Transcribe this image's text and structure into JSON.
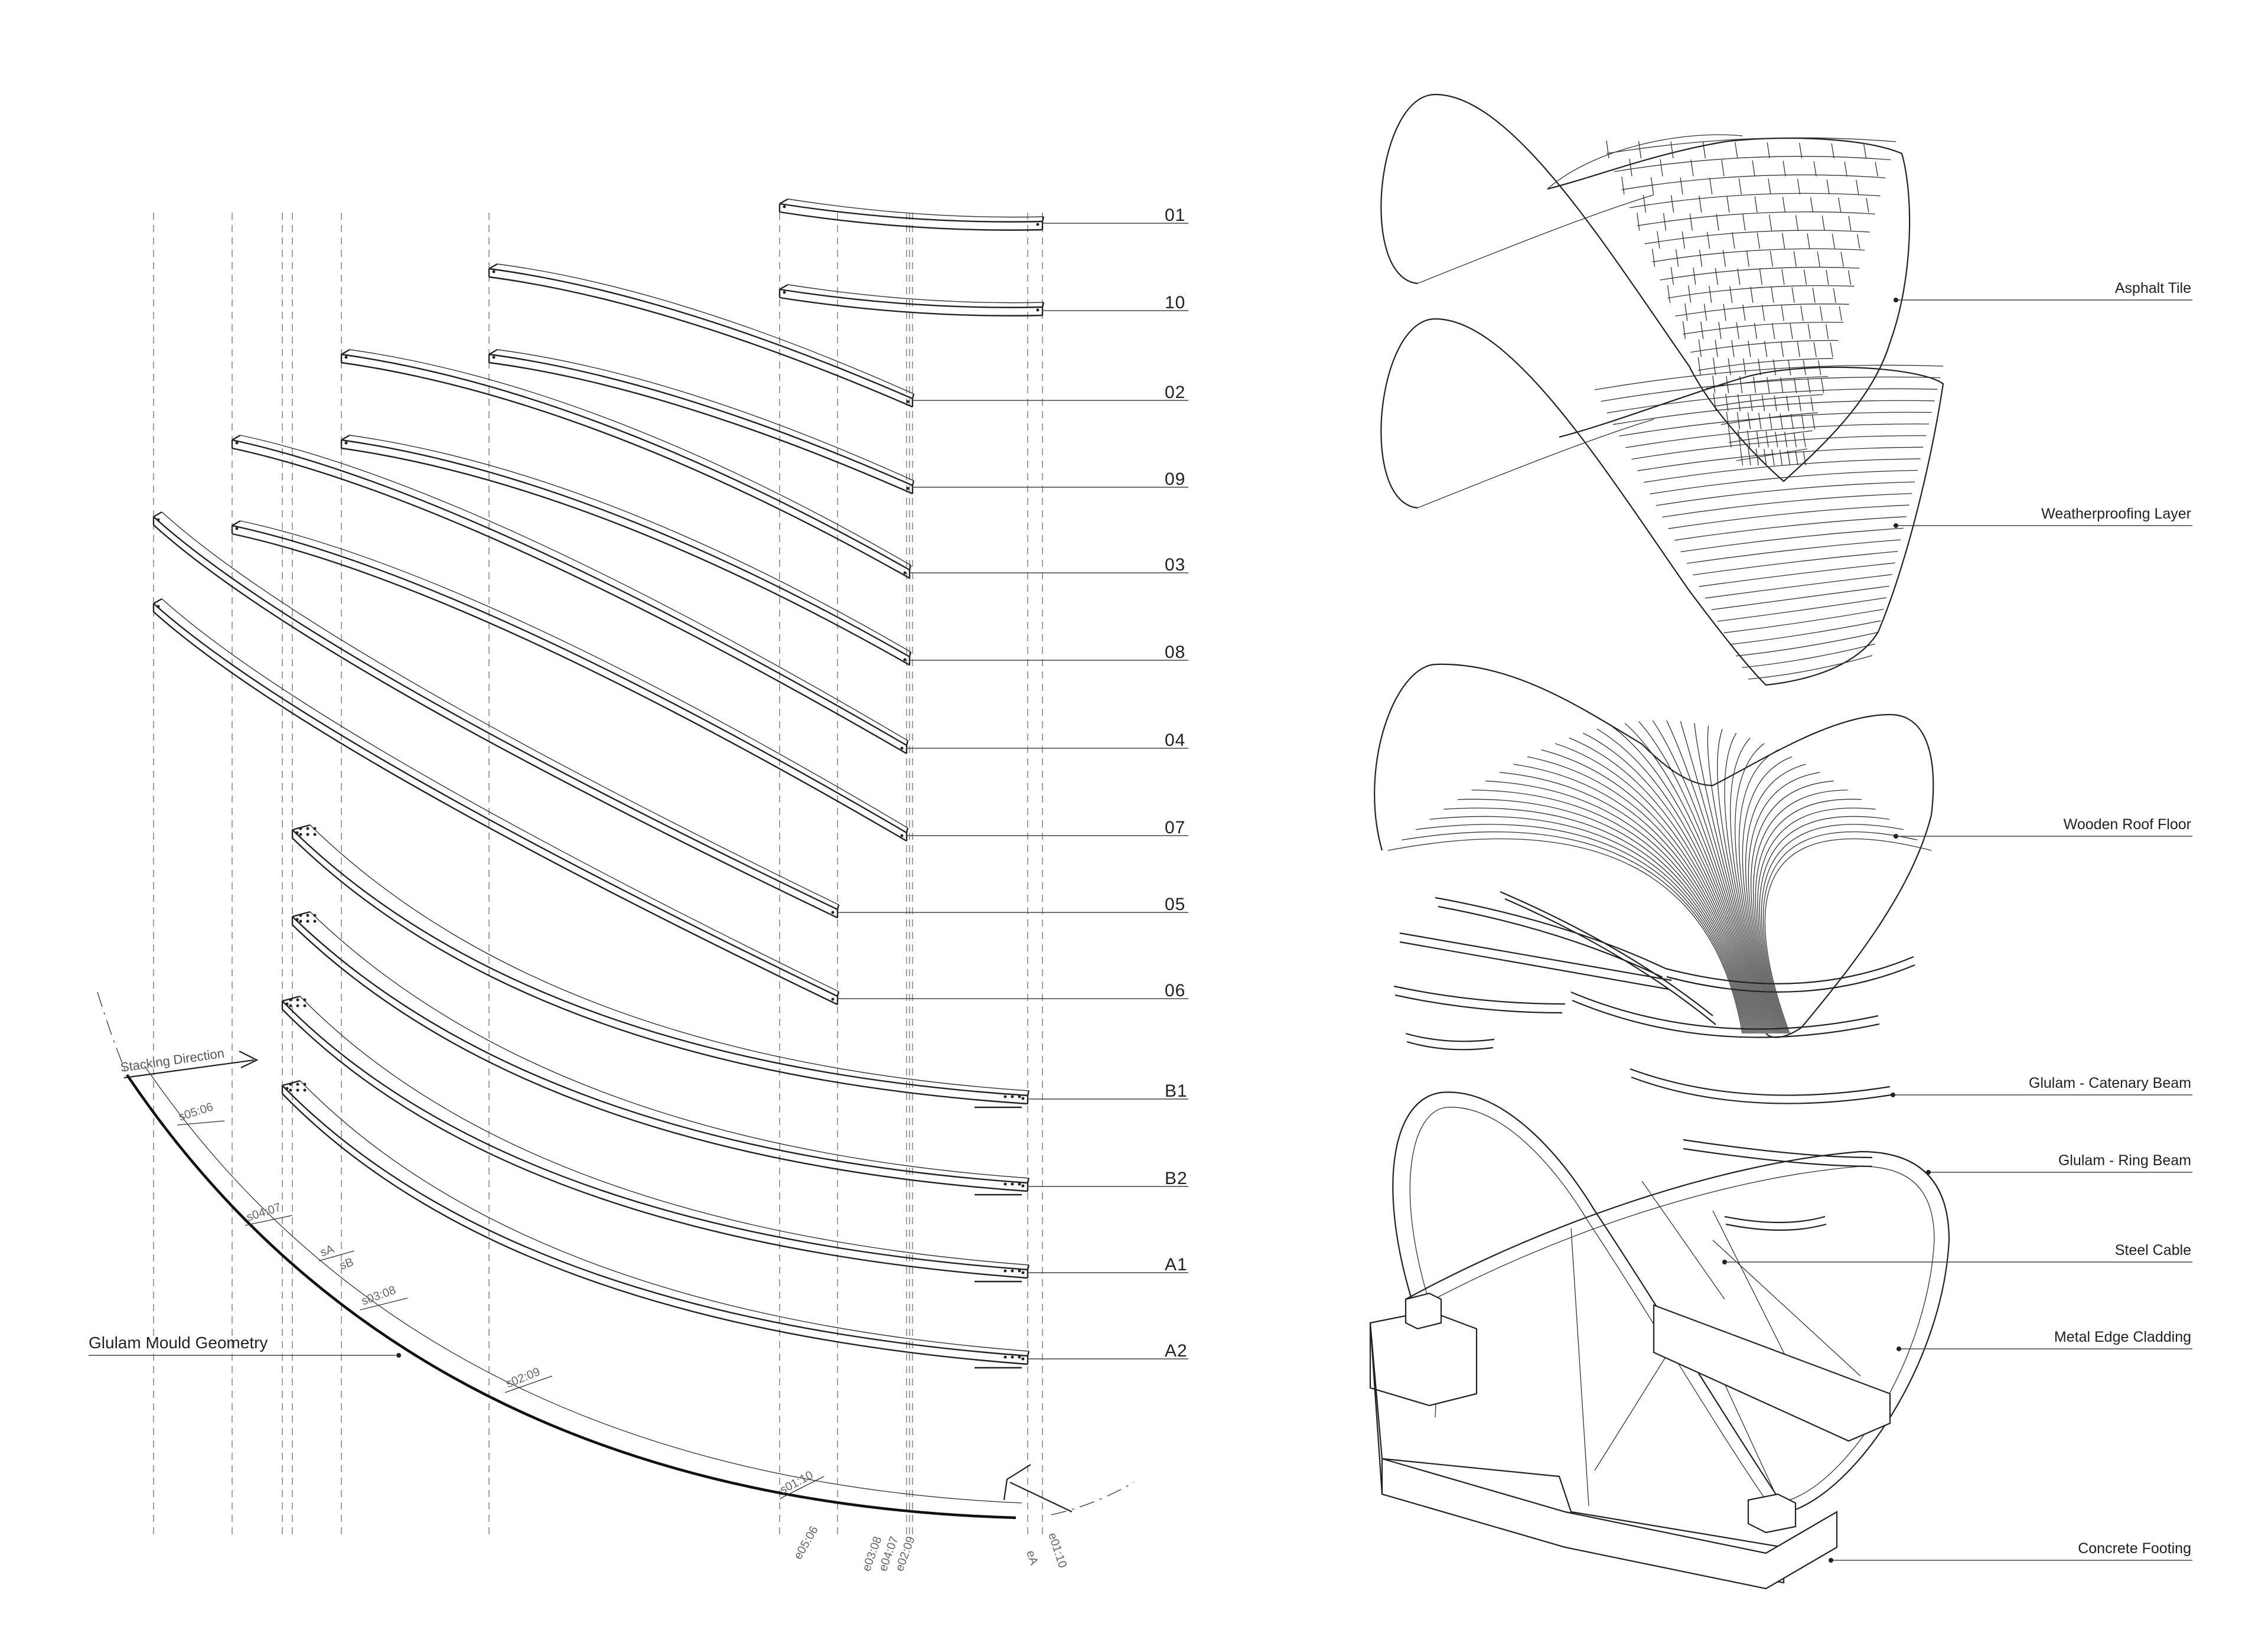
{
  "beams": [
    {
      "label": "01"
    },
    {
      "label": "10"
    },
    {
      "label": "02"
    },
    {
      "label": "09"
    },
    {
      "label": "03"
    },
    {
      "label": "08"
    },
    {
      "label": "04"
    },
    {
      "label": "07"
    },
    {
      "label": "05"
    },
    {
      "label": "06"
    },
    {
      "label": "B1"
    },
    {
      "label": "B2"
    },
    {
      "label": "A1"
    },
    {
      "label": "A2"
    }
  ],
  "mould": {
    "label": "Glulam Mould Geometry",
    "stacking_direction": "Stacking Direction",
    "start_tags": [
      "s05:06",
      "s04:07",
      "sA",
      "sB",
      "s03:08",
      "s02:09",
      "s01:10"
    ],
    "end_tags": [
      "e05:06",
      "e03:08",
      "e04:07",
      "e02:09",
      "eA",
      "e01:10"
    ]
  },
  "layers": [
    {
      "label": "Asphalt Tile"
    },
    {
      "label": "Weatherproofing Layer"
    },
    {
      "label": "Wooden Roof Floor"
    },
    {
      "label": "Glulam - Catenary Beam"
    },
    {
      "label": "Glulam - Ring Beam"
    },
    {
      "label": "Steel Cable"
    },
    {
      "label": "Metal Edge Cladding"
    },
    {
      "label": "Concrete Footing"
    }
  ]
}
